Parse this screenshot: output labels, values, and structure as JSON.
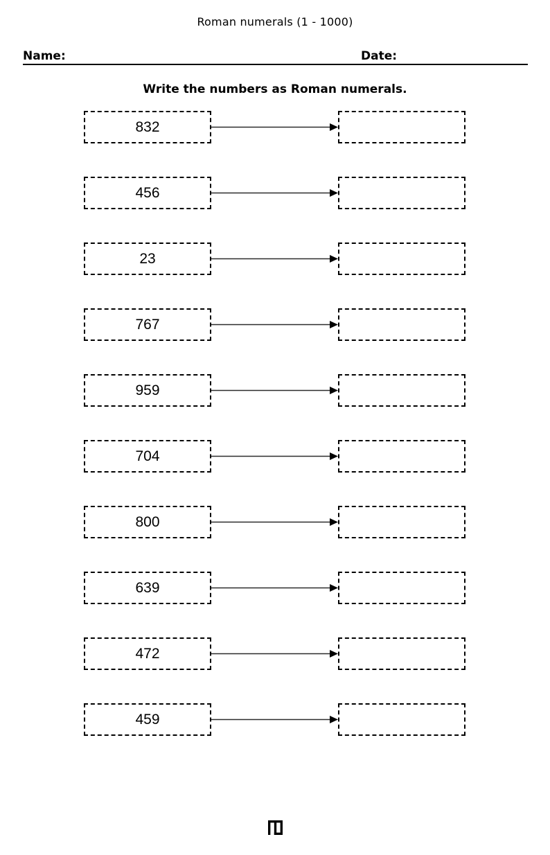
{
  "header": {
    "title": "Roman numerals (1 - 1000)",
    "name_label": "Name:",
    "date_label": "Date:",
    "instruction": "Write the numbers as Roman numerals."
  },
  "worksheet": {
    "rows": [
      {
        "number": "832",
        "answer": ""
      },
      {
        "number": "456",
        "answer": ""
      },
      {
        "number": "23",
        "answer": ""
      },
      {
        "number": "767",
        "answer": ""
      },
      {
        "number": "959",
        "answer": ""
      },
      {
        "number": "704",
        "answer": ""
      },
      {
        "number": "800",
        "answer": ""
      },
      {
        "number": "639",
        "answer": ""
      },
      {
        "number": "472",
        "answer": ""
      },
      {
        "number": "459",
        "answer": ""
      }
    ]
  },
  "footer": {
    "logo_icon": "brand-logo-icon"
  },
  "colors": {
    "ink": "#000000",
    "paper": "#ffffff",
    "arrow_line": "#2b2b2b"
  }
}
